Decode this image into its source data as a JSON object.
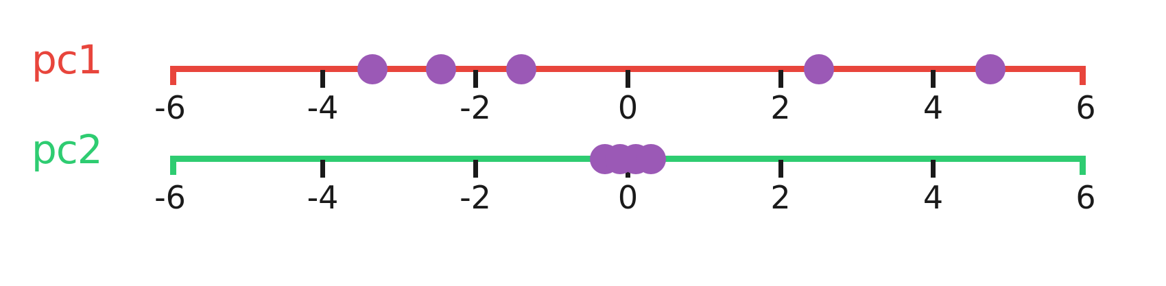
{
  "chart_data": {
    "type": "scatter",
    "title": "",
    "xlabel": "",
    "ylabel": "",
    "grid": false,
    "legend": "none",
    "axis_min": -6,
    "axis_max": 6,
    "tick_values": [
      -6,
      -4,
      -2,
      0,
      2,
      4,
      6
    ],
    "tick_labels": [
      "-6",
      "-4",
      "-2",
      "0",
      "2",
      "4",
      "6"
    ],
    "point_color": "#9b59b6",
    "series": [
      {
        "name": "pc1",
        "axis_color": "#e8453c",
        "values": [
          -3.35,
          -2.45,
          -1.4,
          2.5,
          4.75
        ]
      },
      {
        "name": "pc2",
        "axis_color": "#2ecc71",
        "values": [
          -0.3,
          -0.1,
          0.1,
          0.3
        ]
      }
    ]
  },
  "axes": [
    {
      "label": "pc1",
      "color": "#e8453c",
      "ticks": [
        "-6",
        "-4",
        "-2",
        "0",
        "2",
        "4",
        "6"
      ]
    },
    {
      "label": "pc2",
      "color": "#2ecc71",
      "ticks": [
        "-6",
        "-4",
        "-2",
        "0",
        "2",
        "4",
        "6"
      ]
    }
  ]
}
